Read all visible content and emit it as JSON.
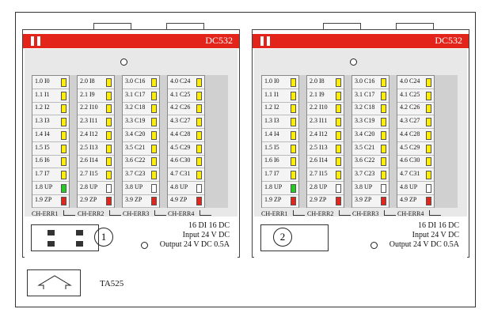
{
  "modules": [
    {
      "model": "DC532",
      "terminal_number": "1",
      "specs": [
        "16 DI 16 DC",
        "Input 24 V DC",
        "Output 24 V DC 0.5A"
      ],
      "columns": [
        [
          {
            "label": "1.0 I0",
            "led": "#ffee00"
          },
          {
            "label": "1.1 I1",
            "led": "#ffee00"
          },
          {
            "label": "1.2 I2",
            "led": "#ffee00"
          },
          {
            "label": "1.3 I3",
            "led": "#ffee00"
          },
          {
            "label": "1.4 I4",
            "led": "#ffee00"
          },
          {
            "label": "1.5 I5",
            "led": "#ffee00"
          },
          {
            "label": "1.6 I6",
            "led": "#ffee00"
          },
          {
            "label": "1.7 I7",
            "led": "#ffee00"
          },
          {
            "label": "1.8 UP",
            "led": "#22cc22"
          },
          {
            "label": "1.9 ZP",
            "led": "#e3241b"
          }
        ],
        [
          {
            "label": "2.0   I8",
            "led": "#ffee00"
          },
          {
            "label": "2.1   I9",
            "led": "#ffee00"
          },
          {
            "label": "2.2 I10",
            "led": "#ffee00"
          },
          {
            "label": "2.3 I11",
            "led": "#ffee00"
          },
          {
            "label": "2.4 I12",
            "led": "#ffee00"
          },
          {
            "label": "2.5 I13",
            "led": "#ffee00"
          },
          {
            "label": "2.6 I14",
            "led": "#ffee00"
          },
          {
            "label": "2.7 I15",
            "led": "#ffee00"
          },
          {
            "label": "2.8 UP",
            "led": "#ffffff"
          },
          {
            "label": "2.9 ZP",
            "led": "#e3241b"
          }
        ],
        [
          {
            "label": "3.0 C16",
            "led": "#ffee00"
          },
          {
            "label": "3.1 C17",
            "led": "#ffee00"
          },
          {
            "label": "3.2 C18",
            "led": "#ffee00"
          },
          {
            "label": "3.3 C19",
            "led": "#ffee00"
          },
          {
            "label": "3.4 C20",
            "led": "#ffee00"
          },
          {
            "label": "3.5 C21",
            "led": "#ffee00"
          },
          {
            "label": "3.6 C22",
            "led": "#ffee00"
          },
          {
            "label": "3.7 C23",
            "led": "#ffee00"
          },
          {
            "label": "3.8 UP",
            "led": "#ffffff"
          },
          {
            "label": "3.9 ZP",
            "led": "#e3241b"
          }
        ],
        [
          {
            "label": "4.0 C24",
            "led": "#ffee00"
          },
          {
            "label": "4.1 C25",
            "led": "#ffee00"
          },
          {
            "label": "4.2 C26",
            "led": "#ffee00"
          },
          {
            "label": "4.3 C27",
            "led": "#ffee00"
          },
          {
            "label": "4.4 C28",
            "led": "#ffee00"
          },
          {
            "label": "4.5 C29",
            "led": "#ffee00"
          },
          {
            "label": "4.6 C30",
            "led": "#ffee00"
          },
          {
            "label": "4.7 C31",
            "led": "#ffee00"
          },
          {
            "label": "4.8 UP",
            "led": "#ffffff"
          },
          {
            "label": "4.9 ZP",
            "led": "#e3241b"
          }
        ]
      ],
      "errors": [
        "CH-ERR1",
        "CH-ERR2",
        "CH-ERR3",
        "CH-ERR4"
      ]
    },
    {
      "model": "DC532",
      "terminal_number": "2",
      "specs": [
        "16 DI 16 DC",
        "Input 24 V DC",
        "Output 24 V DC 0.5A"
      ],
      "columns": [
        [
          {
            "label": "1.0 I0",
            "led": "#ffee00"
          },
          {
            "label": "1.1 I1",
            "led": "#ffee00"
          },
          {
            "label": "1.2 I2",
            "led": "#ffee00"
          },
          {
            "label": "1.3 I3",
            "led": "#ffee00"
          },
          {
            "label": "1.4 I4",
            "led": "#ffee00"
          },
          {
            "label": "1.5 I5",
            "led": "#ffee00"
          },
          {
            "label": "1.6 I6",
            "led": "#ffee00"
          },
          {
            "label": "1.7 I7",
            "led": "#ffee00"
          },
          {
            "label": "1.8 UP",
            "led": "#22cc22"
          },
          {
            "label": "1.9 ZP",
            "led": "#e3241b"
          }
        ],
        [
          {
            "label": "2.0   I8",
            "led": "#ffee00"
          },
          {
            "label": "2.1   I9",
            "led": "#ffee00"
          },
          {
            "label": "2.2 I10",
            "led": "#ffee00"
          },
          {
            "label": "2.3 I11",
            "led": "#ffee00"
          },
          {
            "label": "2.4 I12",
            "led": "#ffee00"
          },
          {
            "label": "2.5 I13",
            "led": "#ffee00"
          },
          {
            "label": "2.6 I14",
            "led": "#ffee00"
          },
          {
            "label": "2.7 I15",
            "led": "#ffee00"
          },
          {
            "label": "2.8 UP",
            "led": "#ffffff"
          },
          {
            "label": "2.9 ZP",
            "led": "#e3241b"
          }
        ],
        [
          {
            "label": "3.0 C16",
            "led": "#ffee00"
          },
          {
            "label": "3.1 C17",
            "led": "#ffee00"
          },
          {
            "label": "3.2 C18",
            "led": "#ffee00"
          },
          {
            "label": "3.3 C19",
            "led": "#ffee00"
          },
          {
            "label": "3.4 C20",
            "led": "#ffee00"
          },
          {
            "label": "3.5 C21",
            "led": "#ffee00"
          },
          {
            "label": "3.6 C22",
            "led": "#ffee00"
          },
          {
            "label": "3.7 C23",
            "led": "#ffee00"
          },
          {
            "label": "3.8 UP",
            "led": "#ffffff"
          },
          {
            "label": "3.9 ZP",
            "led": "#e3241b"
          }
        ],
        [
          {
            "label": "4.0 C24",
            "led": "#ffee00"
          },
          {
            "label": "4.1 C25",
            "led": "#ffee00"
          },
          {
            "label": "4.2 C26",
            "led": "#ffee00"
          },
          {
            "label": "4.3 C27",
            "led": "#ffee00"
          },
          {
            "label": "4.4 C28",
            "led": "#ffee00"
          },
          {
            "label": "4.5 C29",
            "led": "#ffee00"
          },
          {
            "label": "4.6 C30",
            "led": "#ffee00"
          },
          {
            "label": "4.7 C31",
            "led": "#ffee00"
          },
          {
            "label": "4.8 UP",
            "led": "#ffffff"
          },
          {
            "label": "4.9 ZP",
            "led": "#e3241b"
          }
        ]
      ],
      "errors": [
        "CH-ERR1",
        "CH-ERR2",
        "CH-ERR3",
        "CH-ERR4"
      ]
    }
  ],
  "terminal_base": {
    "label": "TA525"
  },
  "colors": {
    "brand_red": "#e3241b",
    "led_yellow": "#ffee00",
    "led_green": "#22cc22"
  }
}
